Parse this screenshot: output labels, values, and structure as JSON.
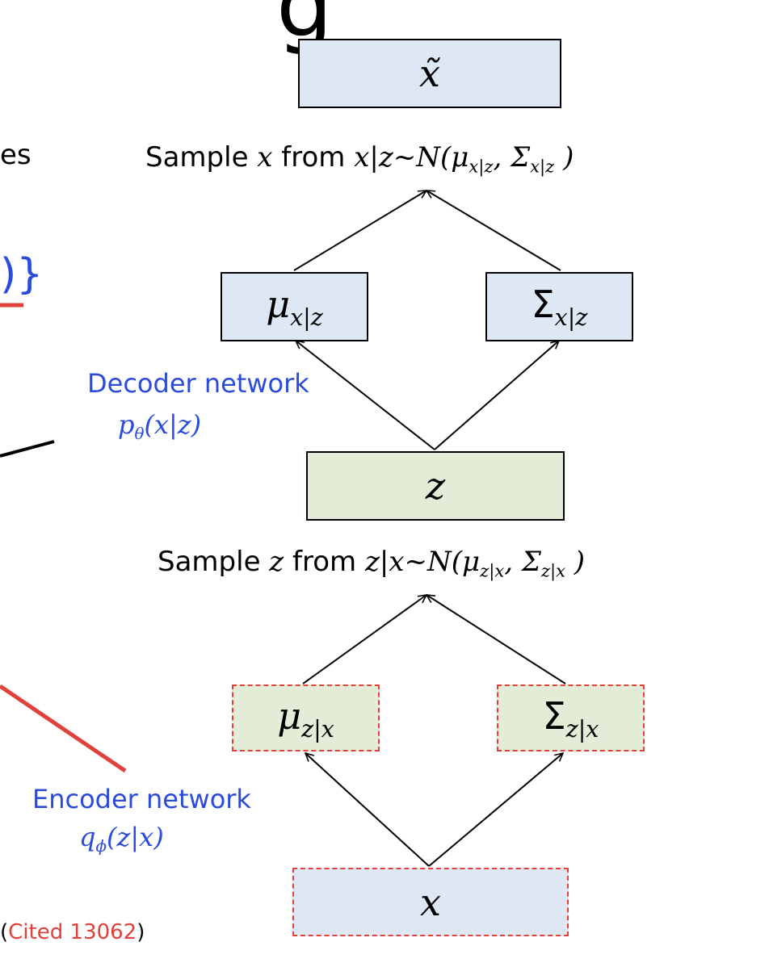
{
  "fragments": {
    "title_tail": "g",
    "text_es": "es",
    "brace": ")}",
    "citation_open": "(",
    "citation": "Cited 13062",
    "citation_close": ")"
  },
  "labels": {
    "decoder_title": "Decoder network",
    "decoder_formula_p": "p",
    "decoder_formula_sub": "θ",
    "decoder_formula_arg": "(x|z)",
    "encoder_title": "Encoder network",
    "encoder_formula_q": "q",
    "encoder_formula_sub": "ϕ",
    "encoder_formula_arg": "(z|x)"
  },
  "sample_x": {
    "prefix": "Sample ",
    "var": "x",
    "middle": " from ",
    "cond": "x|z~N(μ",
    "mu_sub": "x|z",
    "comma": ", Σ",
    "sigma_sub": "x|z",
    "close": " )"
  },
  "sample_z": {
    "prefix": "Sample ",
    "var": "z",
    "middle": " from ",
    "cond": "z|x~N(μ",
    "mu_sub": "z|x",
    "comma": ", Σ",
    "sigma_sub": "z|x",
    "close": " )"
  },
  "boxes": {
    "x_tilde": "x̃",
    "mu_x_main": "μ",
    "mu_x_sub": "x|z",
    "sigma_x_main": "Σ",
    "sigma_x_sub": "x|z",
    "z": "z",
    "mu_z_main": "μ",
    "mu_z_sub": "z|x",
    "sigma_z_main": "Σ",
    "sigma_z_sub": "z|x",
    "x": "x"
  },
  "colors": {
    "blue_fill": "#dde8f4",
    "green_fill": "#e3ecd6",
    "dashed_border": "#e0413a",
    "label_blue": "#2a4bdb",
    "accent_red": "#e0413a"
  }
}
